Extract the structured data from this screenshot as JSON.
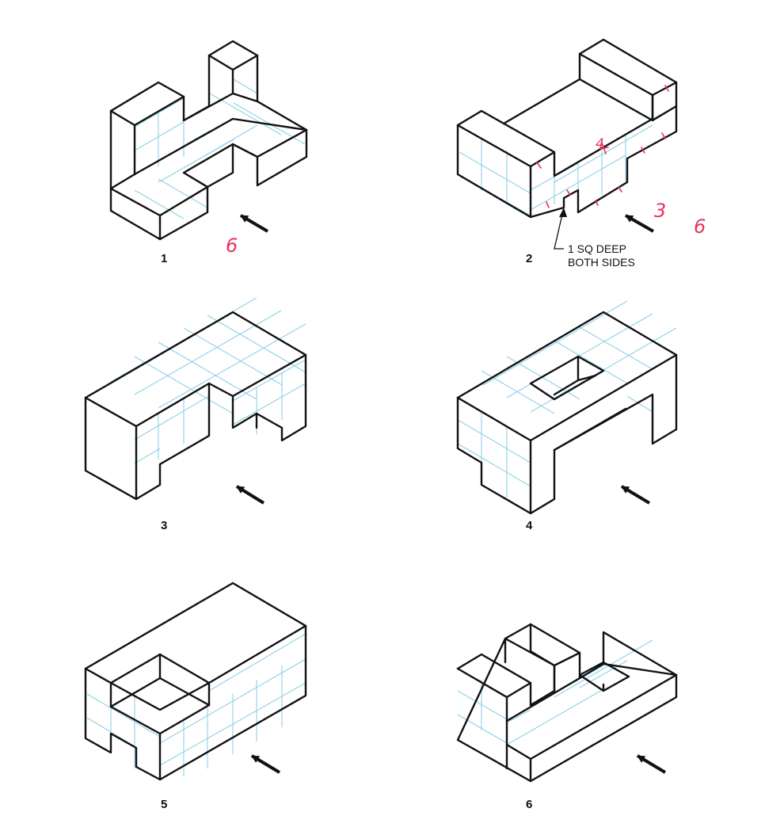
{
  "figures": [
    {
      "id": "1",
      "label": "1"
    },
    {
      "id": "2",
      "label": "2"
    },
    {
      "id": "3",
      "label": "3"
    },
    {
      "id": "4",
      "label": "4"
    },
    {
      "id": "5",
      "label": "5"
    },
    {
      "id": "6",
      "label": "6"
    }
  ],
  "callout": {
    "line1": "1 SQ DEEP",
    "line2": "BOTH SIDES"
  },
  "handwritten": {
    "fig1_answer": "6",
    "fig2_count": "3",
    "fig2_answer": "6",
    "fig2_width": "4"
  },
  "colors": {
    "edges": "#111111",
    "grid": "#8fd0e8",
    "handwriting": "#e8325a"
  },
  "icons": [
    "view-direction-arrow-icon"
  ]
}
